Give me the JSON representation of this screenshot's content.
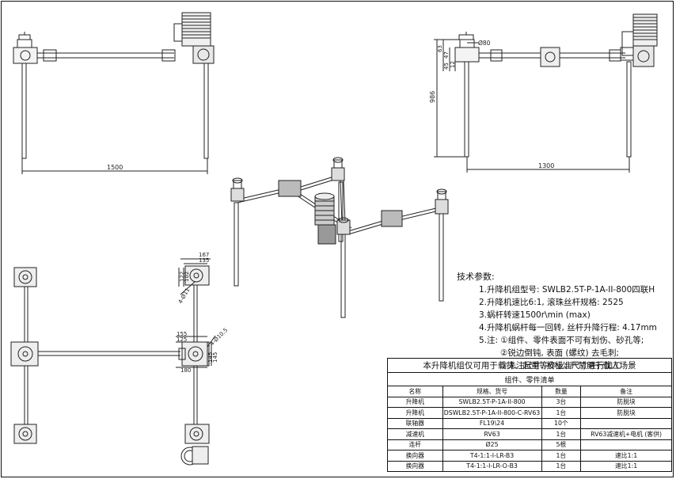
{
  "dimensions": {
    "front_left_width": "1500",
    "front_right_width": "1300",
    "right_height": "986",
    "right_top_d": "Ø80",
    "right_v1": "63",
    "right_v2": "47",
    "right_v3": "45",
    "right_v4": "12",
    "plan_d1": "167",
    "plan_d2": "135",
    "plan_d3": "122",
    "plan_d4": "102",
    "plan_hole_top": "4-Ø11",
    "plan_hole_mid": "4-Ø10.5",
    "plan_d5": "155",
    "plan_d6": "125",
    "plan_d7": "180",
    "plan_d8": "145",
    "plan_d9": "145"
  },
  "tech": {
    "heading": "技术参数:",
    "items": [
      "1.升降机组型号: SWLB2.5T-P-1A-II-800四联H",
      "2.升降机速比6:1, 滚珠丝杆规格: 2525",
      "3.蜗杆转速1500r\\min (max)",
      "4.升降机蜗杆每一回转, 丝杆升降行程: 4.17mm",
      "5.注: ①组件、零件表面不可有划伤、砂孔等;"
    ],
    "sub_items": [
      "②锐边倒钝, 表面 (螺纹) 去毛刺;",
      "③未注尺寸, 按标准尺寸进行加工"
    ]
  },
  "bom": {
    "warning": "本升降机组仅可用于载货、起重等作业, 严禁用于载人场景",
    "title": "组件、零件清单",
    "headers": [
      "名称",
      "规格、货号",
      "数量",
      "备注"
    ],
    "rows": [
      [
        "升降机",
        "SWLB2.5T-P-1A-II-800",
        "3台",
        "防脱块"
      ],
      [
        "升降机",
        "DSWLB2.5T-P-1A-II-800-C-RV63",
        "1台",
        "防脱块"
      ],
      [
        "联轴器",
        "FL19\\24",
        "10个",
        ""
      ],
      [
        "减速机",
        "RV63",
        "1台",
        "RV63减速机+电机 (客供)"
      ],
      [
        "连杆",
        "Ø25",
        "5根",
        ""
      ],
      [
        "换向器",
        "T4-1:1-I-LR-B3",
        "1台",
        "速比1:1"
      ],
      [
        "换向器",
        "T4-1:1-I-LR-O-B3",
        "1台",
        "速比1:1"
      ]
    ]
  }
}
